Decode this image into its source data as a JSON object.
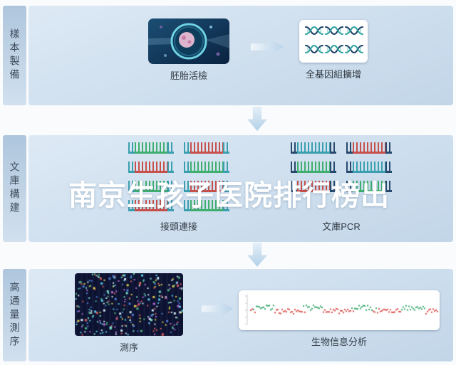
{
  "watermark": {
    "text": "南京生孩子医院排行榜出"
  },
  "sections": [
    {
      "label": "樣本製備",
      "items": [
        {
          "caption": "胚胎活檢",
          "icon": "embryo-biopsy-illustration"
        },
        {
          "caption": "全基因組擴增",
          "icon": "dna-helix-icons"
        }
      ]
    },
    {
      "label": "文庫構建",
      "items": [
        {
          "caption": "接頭連接",
          "icon": "adapter-ligation-reads"
        },
        {
          "caption": "文庫PCR",
          "icon": "library-pcr-reads"
        }
      ]
    },
    {
      "label": "高通量測序",
      "items": [
        {
          "caption": "測序",
          "icon": "flowcell-sequencing-image"
        },
        {
          "caption": "生物信息分析",
          "icon": "cnv-scatter-plot"
        }
      ]
    }
  ],
  "colors": {
    "panel_blue_top": "#dde9f5",
    "panel_blue_bottom": "#c2d6e8",
    "sidebar_blue": "#aec6dd",
    "arrow_blue": "#b9d3e8",
    "read_green": "#3fae6e",
    "read_red": "#c8504a",
    "read_teal": "#3a9fae",
    "read_navy": "#27496d",
    "helix_navy": "#1c3c63",
    "helix_teal": "#2fa3a0",
    "seq_bg_navy": "#0c1230",
    "dot_red": "#d9534f",
    "dot_green": "#3cab6f"
  }
}
